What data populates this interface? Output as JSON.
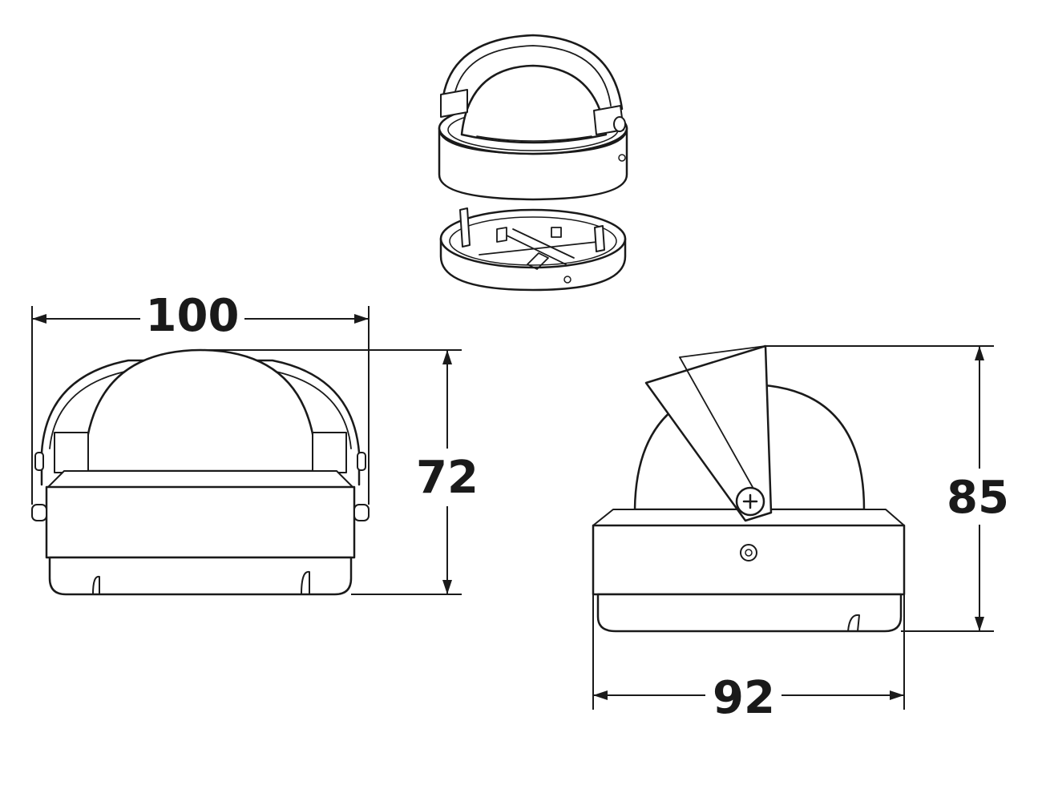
{
  "dimensions": {
    "front_width": "100",
    "front_height": "72",
    "side_height": "85",
    "side_width": "92"
  },
  "colors": {
    "line": "#1a1a1a",
    "background": "#ffffff"
  }
}
